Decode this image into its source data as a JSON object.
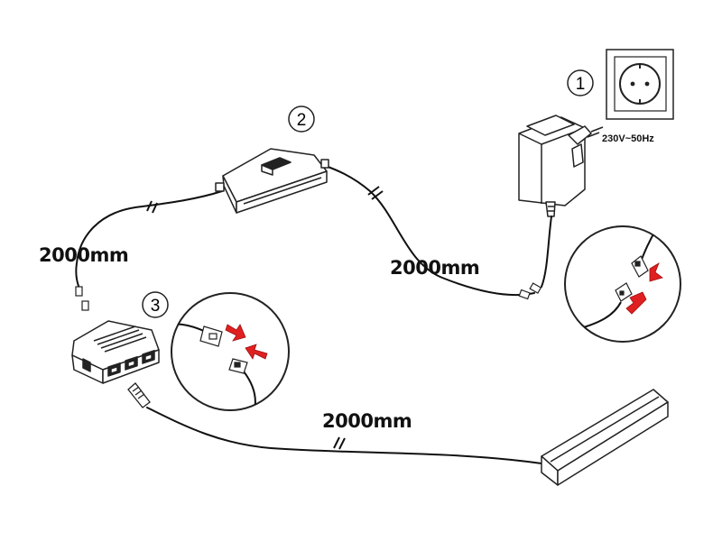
{
  "steps": {
    "step1": "1",
    "step2": "2",
    "step3": "3"
  },
  "labels": {
    "voltage": "230V~50Hz",
    "cable_length_left": "2000mm",
    "cable_length_right": "2000mm",
    "cable_length_bottom": "2000mm"
  },
  "colors": {
    "cable": "#111111",
    "arrow": "#e02020",
    "outline": "#222222"
  }
}
